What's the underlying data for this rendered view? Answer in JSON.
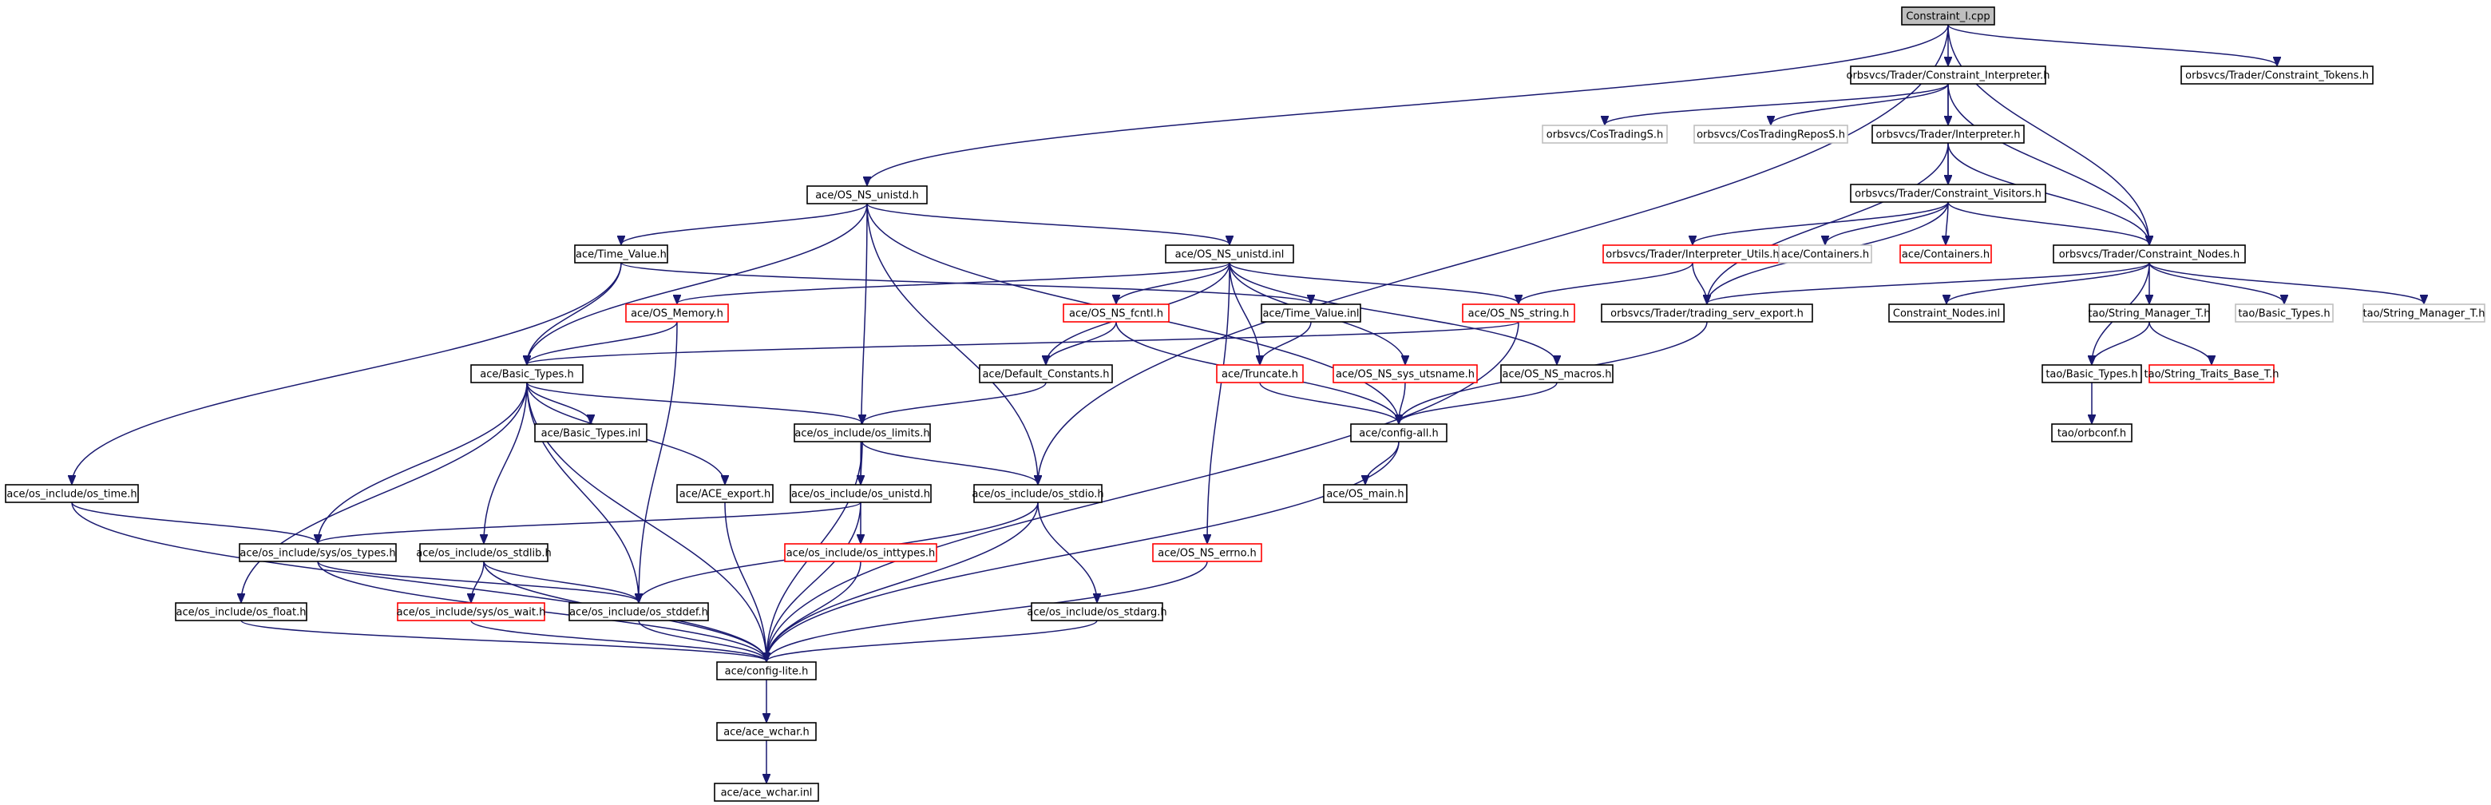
{
  "diagram": {
    "type": "include-dependency-graph",
    "colors": {
      "edge": "#191970",
      "root_fill": "#bfbfbf",
      "normal_border": "#000000",
      "missing_border": "#ff0000",
      "external_border": "#bfbfbf",
      "node_fill": "#ffffff"
    },
    "nodes": [
      {
        "id": "root",
        "label": "Constraint_l.cpp",
        "kind": "root"
      },
      {
        "id": "ci",
        "label": "orbsvcs/Trader/Constraint_Interpreter.h",
        "kind": "normal"
      },
      {
        "id": "ctok",
        "label": "orbsvcs/Trader/Constraint_Tokens.h",
        "kind": "normal"
      },
      {
        "id": "cts",
        "label": "orbsvcs/CosTradingS.h",
        "kind": "external"
      },
      {
        "id": "ctrs",
        "label": "orbsvcs/CosTradingReposS.h",
        "kind": "external"
      },
      {
        "id": "interp",
        "label": "orbsvcs/Trader/Interpreter.h",
        "kind": "normal"
      },
      {
        "id": "unistd",
        "label": "ace/OS_NS_unistd.h",
        "kind": "normal"
      },
      {
        "id": "cv",
        "label": "orbsvcs/Trader/Constraint_Visitors.h",
        "kind": "normal"
      },
      {
        "id": "tvh",
        "label": "ace/Time_Value.h",
        "kind": "normal"
      },
      {
        "id": "unistdinl",
        "label": "ace/OS_NS_unistd.inl",
        "kind": "normal"
      },
      {
        "id": "iutils",
        "label": "orbsvcs/Trader/Interpreter_Utils.h",
        "kind": "missing"
      },
      {
        "id": "cont1",
        "label": "ace/Containers.h",
        "kind": "external"
      },
      {
        "id": "cont2",
        "label": "ace/Containers.h",
        "kind": "missing"
      },
      {
        "id": "cnodes",
        "label": "orbsvcs/Trader/Constraint_Nodes.h",
        "kind": "normal"
      },
      {
        "id": "osmem",
        "label": "ace/OS_Memory.h",
        "kind": "missing"
      },
      {
        "id": "fcntl",
        "label": "ace/OS_NS_fcntl.h",
        "kind": "missing"
      },
      {
        "id": "tvinl",
        "label": "ace/Time_Value.inl",
        "kind": "normal"
      },
      {
        "id": "nsstr",
        "label": "ace/OS_NS_string.h",
        "kind": "missing"
      },
      {
        "id": "tse",
        "label": "orbsvcs/Trader/trading_serv_export.h",
        "kind": "normal"
      },
      {
        "id": "cninl",
        "label": "Constraint_Nodes.inl",
        "kind": "normal"
      },
      {
        "id": "smt",
        "label": "tao/String_Manager_T.h",
        "kind": "normal"
      },
      {
        "id": "tbt1",
        "label": "tao/Basic_Types.h",
        "kind": "external"
      },
      {
        "id": "smt2",
        "label": "tao/String_Manager_T.h",
        "kind": "external"
      },
      {
        "id": "abt",
        "label": "ace/Basic_Types.h",
        "kind": "normal"
      },
      {
        "id": "defc",
        "label": "ace/Default_Constants.h",
        "kind": "normal"
      },
      {
        "id": "trunc",
        "label": "ace/Truncate.h",
        "kind": "missing"
      },
      {
        "id": "utsname",
        "label": "ace/OS_NS_sys_utsname.h",
        "kind": "missing"
      },
      {
        "id": "macros",
        "label": "ace/OS_NS_macros.h",
        "kind": "normal"
      },
      {
        "id": "tbt2",
        "label": "tao/Basic_Types.h",
        "kind": "normal"
      },
      {
        "id": "stbt",
        "label": "tao/String_Traits_Base_T.h",
        "kind": "missing"
      },
      {
        "id": "btinl",
        "label": "ace/Basic_Types.inl",
        "kind": "normal"
      },
      {
        "id": "limits",
        "label": "ace/os_include/os_limits.h",
        "kind": "normal"
      },
      {
        "id": "cfgall",
        "label": "ace/config-all.h",
        "kind": "normal"
      },
      {
        "id": "orbconf",
        "label": "tao/orbconf.h",
        "kind": "normal"
      },
      {
        "id": "ostime",
        "label": "ace/os_include/os_time.h",
        "kind": "normal"
      },
      {
        "id": "aceexp",
        "label": "ace/ACE_export.h",
        "kind": "normal"
      },
      {
        "id": "osunistd",
        "label": "ace/os_include/os_unistd.h",
        "kind": "normal"
      },
      {
        "id": "stdio",
        "label": "ace/os_include/os_stdio.h",
        "kind": "normal"
      },
      {
        "id": "osmain",
        "label": "ace/OS_main.h",
        "kind": "normal"
      },
      {
        "id": "systypes",
        "label": "ace/os_include/sys/os_types.h",
        "kind": "normal"
      },
      {
        "id": "stdlib",
        "label": "ace/os_include/os_stdlib.h",
        "kind": "normal"
      },
      {
        "id": "inttypes",
        "label": "ace/os_include/os_inttypes.h",
        "kind": "missing"
      },
      {
        "id": "errno",
        "label": "ace/OS_NS_errno.h",
        "kind": "missing"
      },
      {
        "id": "float",
        "label": "ace/os_include/os_float.h",
        "kind": "normal"
      },
      {
        "id": "wait",
        "label": "ace/os_include/sys/os_wait.h",
        "kind": "missing"
      },
      {
        "id": "stddef",
        "label": "ace/os_include/os_stddef.h",
        "kind": "normal"
      },
      {
        "id": "stdarg",
        "label": "ace/os_include/os_stdarg.h",
        "kind": "normal"
      },
      {
        "id": "cfglite",
        "label": "ace/config-lite.h",
        "kind": "normal"
      },
      {
        "id": "wcharh",
        "label": "ace/ace_wchar.h",
        "kind": "normal"
      },
      {
        "id": "wcharinl",
        "label": "ace/ace_wchar.inl",
        "kind": "normal"
      }
    ],
    "edges": [
      [
        "root",
        "ci"
      ],
      [
        "root",
        "ctok"
      ],
      [
        "root",
        "unistd"
      ],
      [
        "root",
        "stdio"
      ],
      [
        "root",
        "cnodes"
      ],
      [
        "ci",
        "cts"
      ],
      [
        "ci",
        "ctrs"
      ],
      [
        "ci",
        "interp"
      ],
      [
        "ci",
        "cv"
      ],
      [
        "ci",
        "cnodes"
      ],
      [
        "interp",
        "cv"
      ],
      [
        "interp",
        "tse"
      ],
      [
        "interp",
        "cnodes"
      ],
      [
        "cv",
        "iutils"
      ],
      [
        "cv",
        "cont1"
      ],
      [
        "cv",
        "cont2"
      ],
      [
        "cv",
        "cnodes"
      ],
      [
        "cv",
        "tse"
      ],
      [
        "iutils",
        "tse"
      ],
      [
        "iutils",
        "nsstr"
      ],
      [
        "cnodes",
        "tse"
      ],
      [
        "cnodes",
        "cninl"
      ],
      [
        "cnodes",
        "smt"
      ],
      [
        "cnodes",
        "tbt1"
      ],
      [
        "cnodes",
        "smt2"
      ],
      [
        "cnodes",
        "tbt2"
      ],
      [
        "smt",
        "tbt2"
      ],
      [
        "smt",
        "stbt"
      ],
      [
        "tbt2",
        "orbconf"
      ],
      [
        "tse",
        "cfgall"
      ],
      [
        "unistd",
        "tvh"
      ],
      [
        "unistd",
        "unistdinl"
      ],
      [
        "unistd",
        "abt"
      ],
      [
        "unistd",
        "osunistd"
      ],
      [
        "unistd",
        "stdio"
      ],
      [
        "unistd",
        "cfgall"
      ],
      [
        "tvh",
        "abt"
      ],
      [
        "tvh",
        "tvinl"
      ],
      [
        "tvh",
        "ostime"
      ],
      [
        "unistdinl",
        "osmem"
      ],
      [
        "unistdinl",
        "fcntl"
      ],
      [
        "unistdinl",
        "nsstr"
      ],
      [
        "unistdinl",
        "defc"
      ],
      [
        "unistdinl",
        "trunc"
      ],
      [
        "unistdinl",
        "utsname"
      ],
      [
        "unistdinl",
        "macros"
      ],
      [
        "unistdinl",
        "errno"
      ],
      [
        "osmem",
        "abt"
      ],
      [
        "osmem",
        "stddef"
      ],
      [
        "fcntl",
        "defc"
      ],
      [
        "fcntl",
        "cfgall"
      ],
      [
        "tvinl",
        "trunc"
      ],
      [
        "nsstr",
        "abt"
      ],
      [
        "nsstr",
        "cfglite"
      ],
      [
        "abt",
        "btinl"
      ],
      [
        "abt",
        "limits"
      ],
      [
        "abt",
        "aceexp"
      ],
      [
        "abt",
        "systypes"
      ],
      [
        "abt",
        "stdlib"
      ],
      [
        "abt",
        "float"
      ],
      [
        "abt",
        "stddef"
      ],
      [
        "abt",
        "cfglite"
      ],
      [
        "defc",
        "limits"
      ],
      [
        "trunc",
        "cfgall"
      ],
      [
        "utsname",
        "cfgall"
      ],
      [
        "macros",
        "cfgall"
      ],
      [
        "limits",
        "osunistd"
      ],
      [
        "limits",
        "stdio"
      ],
      [
        "limits",
        "cfglite"
      ],
      [
        "cfgall",
        "osmain"
      ],
      [
        "cfgall",
        "cfglite"
      ],
      [
        "ostime",
        "systypes"
      ],
      [
        "ostime",
        "cfglite"
      ],
      [
        "aceexp",
        "cfglite"
      ],
      [
        "osunistd",
        "systypes"
      ],
      [
        "osunistd",
        "inttypes"
      ],
      [
        "osunistd",
        "cfglite"
      ],
      [
        "stdio",
        "stddef"
      ],
      [
        "stdio",
        "stdarg"
      ],
      [
        "stdio",
        "cfglite"
      ],
      [
        "systypes",
        "stddef"
      ],
      [
        "systypes",
        "cfglite"
      ],
      [
        "stdlib",
        "wait"
      ],
      [
        "stdlib",
        "stddef"
      ],
      [
        "stdlib",
        "cfglite"
      ],
      [
        "inttypes",
        "cfglite"
      ],
      [
        "errno",
        "cfglite"
      ],
      [
        "float",
        "cfglite"
      ],
      [
        "wait",
        "cfglite"
      ],
      [
        "stddef",
        "cfglite"
      ],
      [
        "stdarg",
        "cfglite"
      ],
      [
        "cfglite",
        "wcharh"
      ],
      [
        "wcharh",
        "wcharinl"
      ]
    ]
  }
}
